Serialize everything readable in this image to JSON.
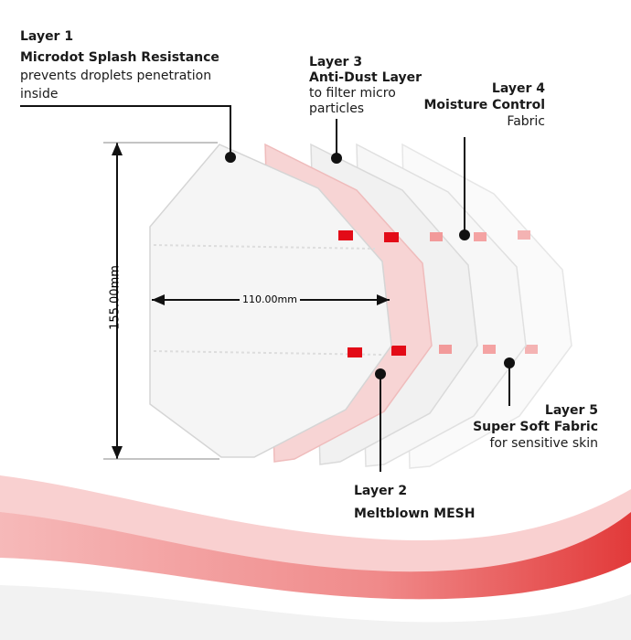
{
  "layers": [
    {
      "title": "Layer 1",
      "name": "Microdot Splash Resistance",
      "desc": "prevents droplets penetration inside"
    },
    {
      "title": "Layer 2",
      "name": "Meltblown MESH",
      "desc": ""
    },
    {
      "title": "Layer 3",
      "name": "Anti-Dust Layer",
      "desc": "to filter micro particles"
    },
    {
      "title": "Layer 4",
      "name": "Moisture Control",
      "desc": "Fabric"
    },
    {
      "title": "Layer 5",
      "name": "Super Soft Fabric",
      "desc": "for sensitive skin"
    }
  ],
  "dimensions": {
    "height": "155.00mm",
    "width": "110.00mm"
  },
  "colors": {
    "accent_red": "#e30b17",
    "light_red": "#f4a3a3",
    "pink_layer": "#f7d4d4"
  }
}
